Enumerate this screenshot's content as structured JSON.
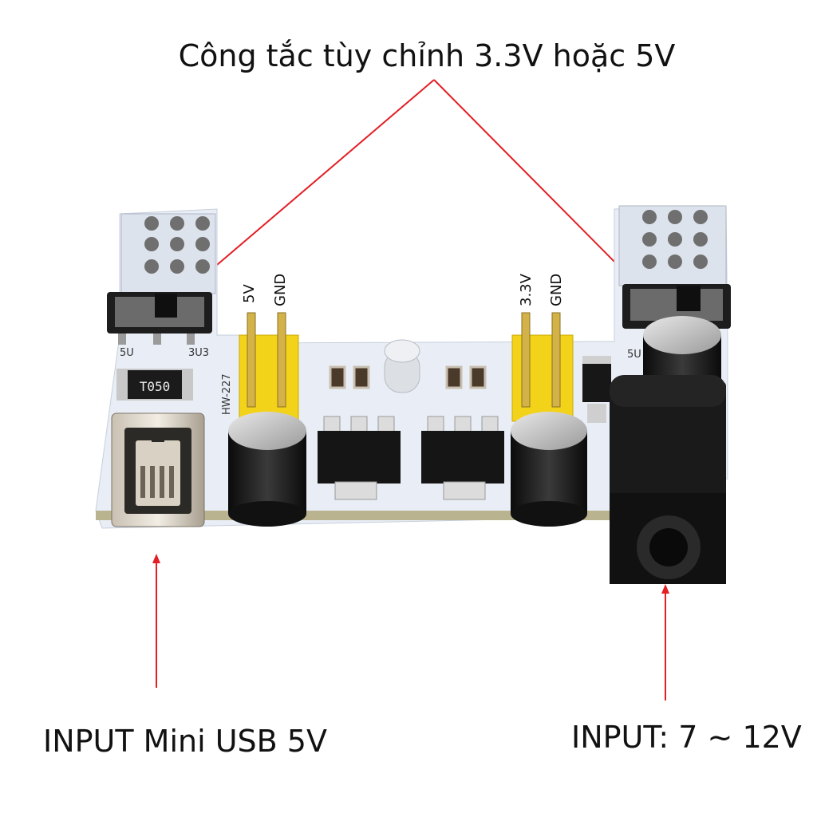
{
  "annotations": {
    "switch_label": "Công tắc tùy chỉnh 3.3V hoặc 5V",
    "usb_input_label": "INPUT Mini USB 5V",
    "dc_input_label": "INPUT: 7 ~ 12V"
  },
  "board": {
    "left_header": {
      "pin1": "5V",
      "pin2": "GND"
    },
    "right_header": {
      "pin1": "3.3V",
      "pin2": "GND"
    },
    "model_marking": "HW-227",
    "fuse_marking": "T050",
    "left_switch": {
      "pos_a": "5U",
      "pos_b": "3U3"
    },
    "right_switch": {
      "pos_a": "5U"
    }
  },
  "colors": {
    "arrow": "#e31e24",
    "pcb": "#e9eef6",
    "header": "#f3d21a",
    "jack": "#151515"
  }
}
